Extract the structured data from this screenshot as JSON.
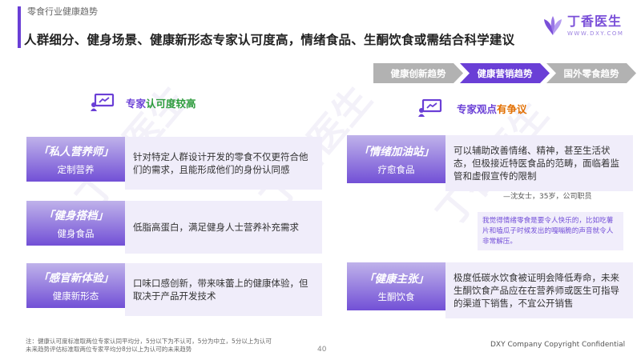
{
  "header": {
    "breadcrumb": "零食行业健康趋势",
    "title": "人群细分、健身场景、健康新形态专家认可度高，情绪食品、生酮饮食或需结合科学建议"
  },
  "logo": {
    "name_cn": "丁香医生",
    "domain": "WWW.DXY.COM",
    "brand_color": "#7a4fd8"
  },
  "tabs": [
    {
      "label": "健康创新趋势",
      "active": false
    },
    {
      "label": "健康营销趋势",
      "active": true
    },
    {
      "label": "国外零食趋势",
      "active": false
    }
  ],
  "left_section": {
    "title_prefix": "专家",
    "title_highlight": "认可度较高",
    "items": [
      {
        "top": "「私人营养师」",
        "bottom": "定制营养",
        "desc": "针对特定人群设计开发的零食不仅更符合他们的需求，且能形成他们的身份认同感"
      },
      {
        "top": "「健身搭档」",
        "bottom": "健身食品",
        "desc": "低脂高蛋白，满足健身人士营养补充需求"
      },
      {
        "top": "「感官新体验」",
        "bottom": "健康新形态",
        "desc": "口味口感创新，带来味蕾上的健康体验，但取决于产品开发技术"
      }
    ]
  },
  "right_section": {
    "title_prefix": "专家观点",
    "title_highlight": "有争议",
    "items": [
      {
        "top": "「情绪加油站」",
        "bottom": "疗愈食品",
        "desc": "可以辅助改善情绪、精神，甚至生活状态，但极接近特医食品的范畴，面临着监管和虚假宣传的限制"
      },
      {
        "top": "「健康主张」",
        "bottom": "生酮饮食",
        "desc": "极度低碳水饮食被证明会降低寿命，未来生酮饮食产品应在在营养师或医生可指导的渠道下销售，不宜公开销售"
      }
    ],
    "quote_author": "—沈女士，35岁，公司职员",
    "quote_text": "我觉得情绪零食是要令人快乐的，比如吃薯片和嗑瓜子时候发出的嘎嘣脆的声音就令人非常解压。"
  },
  "footer": {
    "note_line1": "注：健康认可度标准取两位专家认同平均分，5分以下为不认可，5分为中立，5分以上为认可",
    "note_line2": "未来趋势评估标准取两位专家平均分8分以上为认可的未来趋势",
    "page_number": "40",
    "copyright": "DXY Company Copyright Confidential"
  },
  "colors": {
    "accent": "#6a3fd6",
    "green": "#2e9c3e",
    "orange": "#e26f00",
    "tab_grey": "#b2b2b2"
  }
}
